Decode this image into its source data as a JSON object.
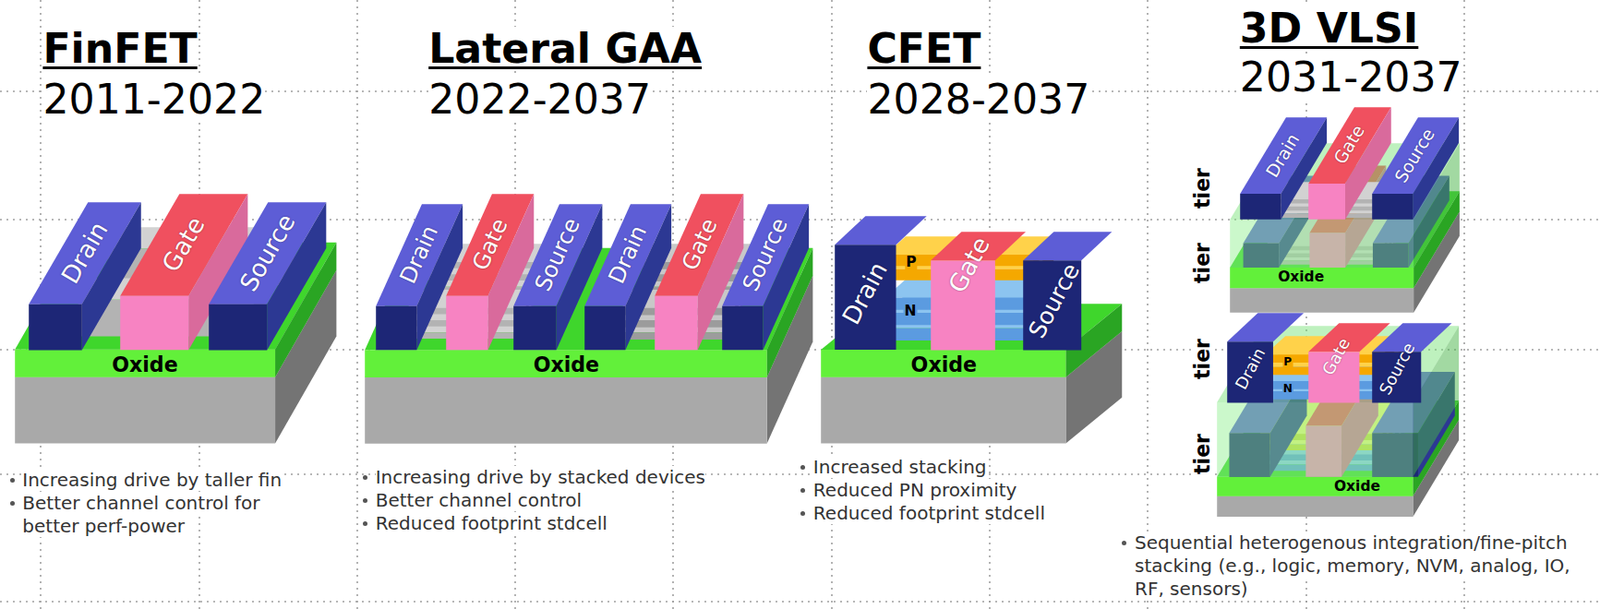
{
  "diagram": {
    "nodes": [
      {
        "text": [
          "Drain"
        ]
      },
      {
        "text": [
          "Gate"
        ]
      },
      {
        "text": [
          "Source"
        ]
      },
      {
        "text": [
          "Oxide"
        ]
      },
      {
        "text": [
          "Drain"
        ]
      },
      {
        "text": [
          "Gate"
        ]
      },
      {
        "text": [
          "Source"
        ]
      },
      {
        "text": [
          "Drain"
        ]
      },
      {
        "text": [
          "Gate"
        ]
      },
      {
        "text": [
          "Source"
        ]
      },
      {
        "text": [
          "Oxide"
        ]
      },
      {
        "text": [
          "Drain"
        ]
      },
      {
        "text": [
          "Gate"
        ]
      },
      {
        "text": [
          "Source"
        ]
      },
      {
        "text": [
          "Oxide"
        ]
      },
      {
        "text": [
          "Drain"
        ]
      },
      {
        "text": [
          "Gate"
        ]
      },
      {
        "text": [
          "Source"
        ]
      },
      {
        "text": [
          "Oxide"
        ]
      },
      {
        "text": [
          "Drain"
        ]
      },
      {
        "text": [
          "Gate"
        ]
      },
      {
        "text": [
          "Source"
        ]
      },
      {
        "text": [
          "Oxide"
        ]
      }
    ],
    "labels": [
      "FinFET",
      "2011-2022",
      "Lateral GAA",
      "2022-2037",
      "CFET",
      "2028-2037",
      "3D VLSI",
      "2031-2037",
      "Increasing drive by taller fin",
      "Better channel control for better perf-power",
      "Increasing drive by stacked devices",
      "Better channel control",
      "Reduced footprint stdcell",
      "Increased stacking",
      "Reduced PN proximity",
      "Reduced footprint stdcell",
      "Sequential heterogenous integration/fine-pitch stacking (e.g., logic, memory, NVM, analog, IO, RF, sensors)",
      "P",
      "N",
      "P",
      "N",
      "tier",
      "tier",
      "tier",
      "tier"
    ]
  }
}
